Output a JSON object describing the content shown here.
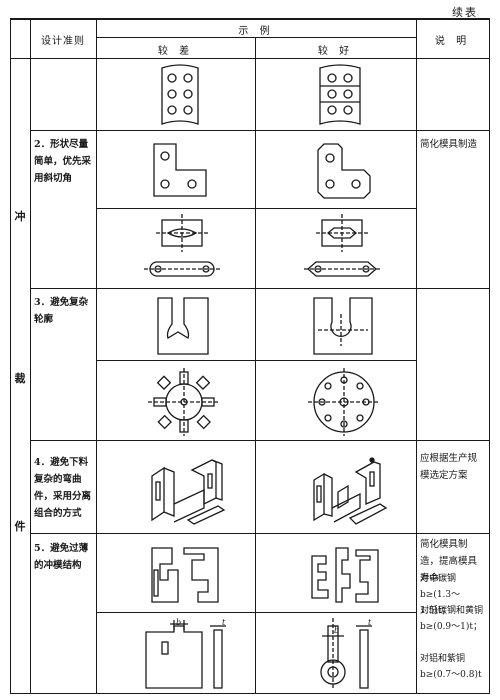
{
  "continued_label": "续表",
  "header": {
    "principle": "设计准则",
    "example": "示    例",
    "worse": "较    差",
    "better": "较    好",
    "explanation": "说  明"
  },
  "category_chars": [
    "冲",
    "裁",
    "件"
  ],
  "rows": [
    {
      "principle": "",
      "explanation": ""
    },
    {
      "principle": "2．形状尽量简单，优先采用斜切角",
      "explanation": "简化模具制造"
    },
    {
      "principle": "3．避免复杂轮廓",
      "explanation": ""
    },
    {
      "principle": "4．避免下料复杂的弯曲件，采用分离组合的方式",
      "explanation": "应根据生产规模选定方案"
    },
    {
      "principle": "5．避免过薄的冲模结构",
      "explanation": "简化模具制造，提高模具寿命"
    }
  ],
  "thickness_notes": [
    "对中碳钢b≥(1.3～1.5)t；",
    "对低碳钢和黄铜b≥(0.9～1)t；",
    "对铝和紫铜b≥(0.7～0.8)t"
  ],
  "dim_labels": {
    "b": "b",
    "t": "t"
  }
}
